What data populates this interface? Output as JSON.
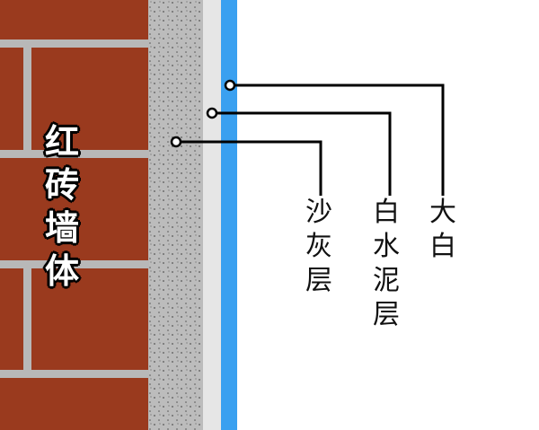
{
  "labels": {
    "brick_wall": [
      "红",
      "砖",
      "墙",
      "体"
    ],
    "sand_ash_layer": [
      "沙",
      "灰",
      "层"
    ],
    "white_cement_layer": [
      "白",
      "水",
      "泥",
      "层"
    ],
    "white_putty_layer": [
      "大",
      "白"
    ]
  },
  "colors": {
    "brick": "#9a3a1e",
    "mortar": "#b8b8b8",
    "sand_ash": "#bcbcbc",
    "white_cement": "#e6e6e6",
    "white_putty": "#3aa0f0",
    "leader_line": "#000000"
  }
}
